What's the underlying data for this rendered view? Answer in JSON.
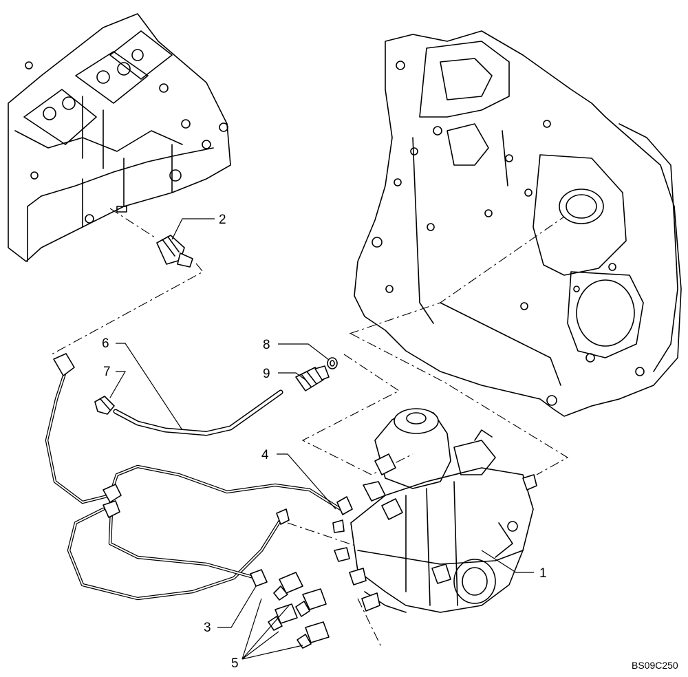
{
  "callouts": {
    "c1": "1",
    "c2": "2",
    "c3": "3",
    "c4": "4",
    "c5": "5",
    "c6": "6",
    "c7": "7",
    "c8": "8",
    "c9": "9"
  },
  "reference_code": "BS09C250"
}
